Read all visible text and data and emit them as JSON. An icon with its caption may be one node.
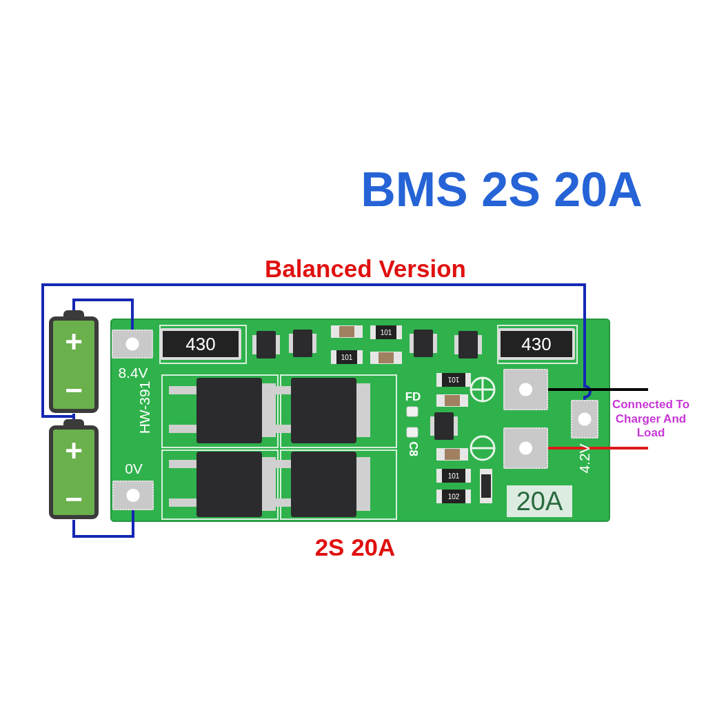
{
  "diagram": {
    "title": "BMS 2S 20A",
    "nodes": [
      {
        "text": [],
        "shape": "picture"
      },
      {
        "text": [
          "+",
          "−"
        ]
      },
      {
        "text": [
          "+",
          "−"
        ]
      },
      {
        "text": [],
        "shape": "box",
        "in": 0,
        "beside": [
          "8.4V"
        ]
      },
      {
        "text": [],
        "shape": "box",
        "in": 0,
        "beside": [
          "0V"
        ]
      },
      {
        "text": [],
        "shape": "box",
        "in": 0
      },
      {
        "text": [],
        "shape": "box",
        "in": 0
      },
      {
        "text": [],
        "shape": "box",
        "in": 0,
        "beside": [
          "4.2V"
        ]
      }
    ],
    "edges": [
      {
        "from": 1,
        "to": 3,
        "arrow": "none"
      },
      {
        "from": 1,
        "to": 2,
        "arrow": "none"
      },
      {
        "from": 1,
        "to": 7,
        "arrow": "none"
      },
      {
        "from": 2,
        "to": 4,
        "arrow": "none"
      },
      {
        "from": 5,
        "to": null,
        "arrow": "none",
        "color": "#000000"
      },
      {
        "from": 6,
        "to": null,
        "arrow": "none",
        "color": "#dd1a1a"
      }
    ],
    "labels": [
      "Balanced Version",
      "HW-391",
      "430",
      "101",
      "101",
      "430",
      "FD",
      "C8",
      "101",
      "101",
      "102",
      "20A",
      "Connected To Charger And Load",
      "2S 20A"
    ]
  }
}
